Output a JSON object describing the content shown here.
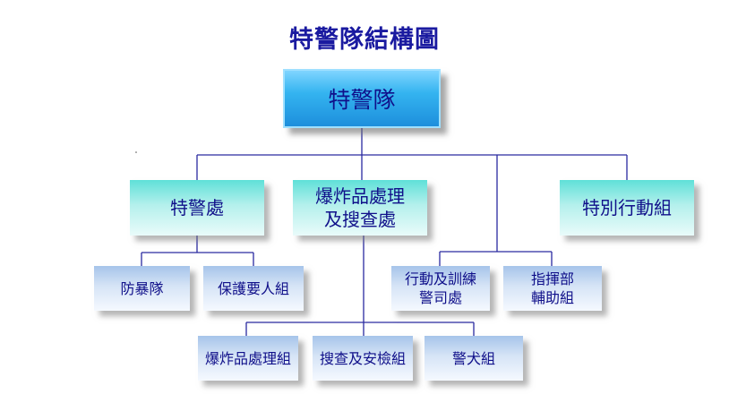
{
  "title": "特警隊結構圖",
  "root": "特警隊",
  "divisions": {
    "special_police": "特警處",
    "eod": "爆炸品處理\n及搜查處",
    "special_ops": "特別行動組"
  },
  "units": {
    "riot": "防暴隊",
    "vip": "保護要人組",
    "ops_training": "行動及訓練\n警司處",
    "command_support": "指揮部\n輔助組",
    "eod_team": "爆炸品處理組",
    "search_security": "搜查及安檢組",
    "k9": "警犬組"
  },
  "colors": {
    "line": "#2a2aa0",
    "text": "#10108a",
    "title": "#1a1aa0"
  }
}
